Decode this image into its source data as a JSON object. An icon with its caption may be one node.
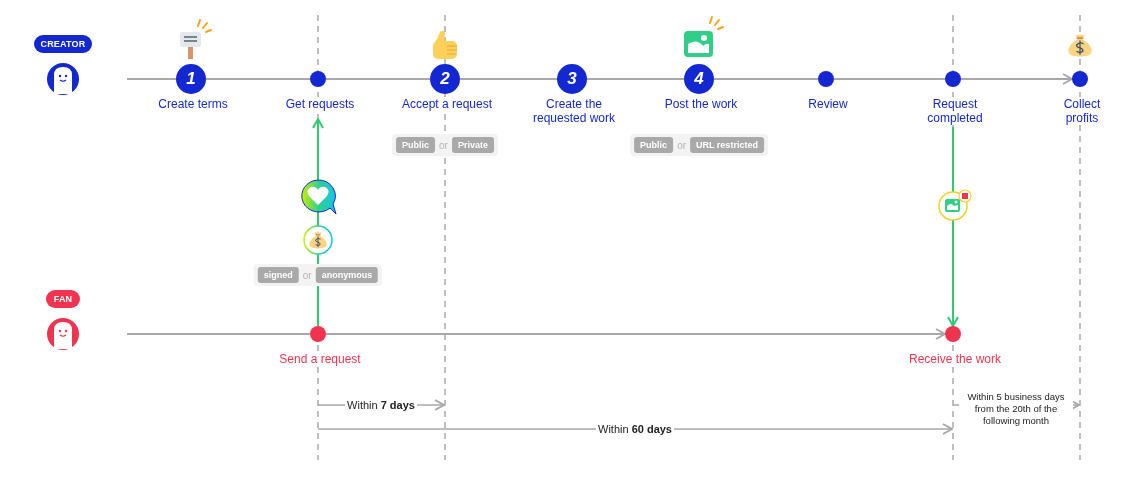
{
  "diagram": {
    "nodes": [
      {
        "text": [
          "CREATOR"
        ]
      },
      {
        "text": [
          "1"
        ],
        "beside": [
          "Create terms"
        ]
      },
      {
        "text": [],
        "shape": "circle",
        "beside": [
          "Get requests"
        ]
      },
      {
        "text": [
          "2"
        ],
        "beside": [
          "Accept a request"
        ]
      },
      {
        "text": [
          "3"
        ],
        "beside": [
          "Create the requested work"
        ]
      },
      {
        "text": [
          "4"
        ],
        "beside": [
          "Post the work"
        ]
      },
      {
        "text": [],
        "shape": "circle",
        "beside": [
          "Review"
        ]
      },
      {
        "text": [],
        "shape": "circle",
        "beside": [
          "Request completed"
        ]
      },
      {
        "text": [],
        "shape": "circle",
        "beside": [
          "Collect profits"
        ]
      },
      {
        "text": [
          "FAN"
        ]
      },
      {
        "text": [],
        "shape": "circle",
        "beside": [
          "Send a request"
        ]
      },
      {
        "text": [],
        "shape": "circle",
        "beside": [
          "Receive the work"
        ]
      }
    ],
    "edges": [
      {
        "from": null,
        "to": 1,
        "arrow": "none"
      },
      {
        "from": 1,
        "to": 2,
        "arrow": "none"
      },
      {
        "from": 2,
        "to": 3,
        "arrow": "none"
      },
      {
        "from": 3,
        "to": 4,
        "arrow": "none"
      },
      {
        "from": 4,
        "to": 5,
        "arrow": "none"
      },
      {
        "from": 5,
        "to": 6,
        "arrow": "none"
      },
      {
        "from": 6,
        "to": 7,
        "arrow": "none"
      },
      {
        "from": 7,
        "to": 8,
        "arrow": "to"
      },
      {
        "from": null,
        "to": 10,
        "arrow": "none"
      },
      {
        "from": 10,
        "to": 11,
        "arrow": "to"
      },
      {
        "from": 10,
        "to": 2,
        "arrow": "to",
        "color": "#2ecc71"
      },
      {
        "from": 7,
        "to": 11,
        "arrow": "to",
        "color": "#2ecc71"
      }
    ],
    "labels": [
      "Public",
      "or",
      "Private",
      "Public",
      "or",
      "URL restricted",
      "signed",
      "or",
      "anonymous",
      "Within **7 days**",
      "Within **60 days**",
      "Within 5 business days from the 20th of the following month"
    ]
  }
}
